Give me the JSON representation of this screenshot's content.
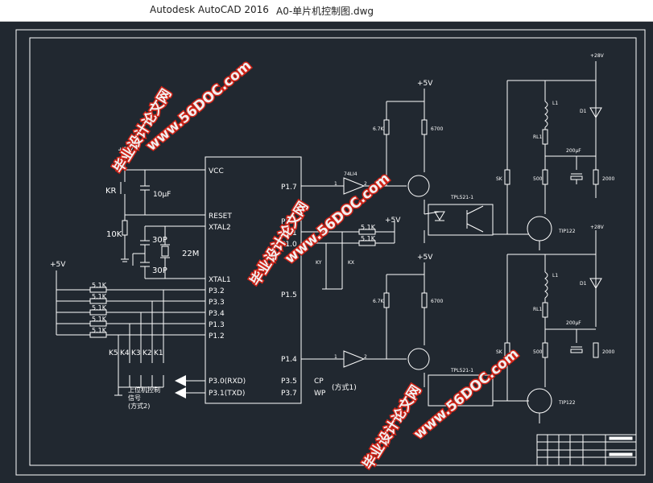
{
  "window": {
    "app_title": "Autodesk AutoCAD 2016",
    "file_title": "A0-单片机控制图.dwg"
  },
  "schematic": {
    "power_labels": {
      "vcc_top": "+5V",
      "vcc_left": "+5V",
      "vcc_mid": "+5V",
      "vcc_right_top": "+5V",
      "vcc_right_mid": "+5V",
      "v28_top": "+28V",
      "v28_bottom": "+28V"
    },
    "components": {
      "kr": "KR",
      "c1": "10μF",
      "r_10k": "10K",
      "c30_a": "30P",
      "c30_b": "30P",
      "crystal": "22M",
      "r_51k": "5.1K",
      "k_keys": [
        "K5",
        "K4",
        "K3",
        "K2",
        "K1"
      ],
      "r_67k": "6.7K",
      "r_6700": "6700",
      "buffer": "74LI4",
      "opto": "TPL521-1",
      "transistor": "TIP122",
      "r_sk": "SK",
      "r_500": "500",
      "r_2000": "2000",
      "c_200": "200μF",
      "inductor": "L1",
      "diode": "D1",
      "rl": "RL1",
      "kx": "KX",
      "ky": "KY"
    },
    "mcu_left_pins": [
      "VCC",
      "RESET",
      "XTAL2",
      "XTAL1",
      "P3.2",
      "P3.3",
      "P3.4",
      "P1.3",
      "P1.2",
      "P3.0(RXD)",
      "P3.1(TXD)"
    ],
    "mcu_right_pins": [
      "P1.7",
      "P1.6",
      "P1.1",
      "P1.0",
      "P1.5",
      "P1.4",
      "P3.5",
      "P3.7"
    ],
    "signals": {
      "cp": "CP",
      "wp": "WP",
      "mode1": "(方式1)",
      "host_line1": "上位机控制",
      "host_line2": "信号",
      "mode2": "(方式2)",
      "pin1": "1",
      "pin2": "2"
    },
    "watermarks": [
      "毕业设计论文网",
      "www.56DOC.com"
    ]
  },
  "colors": {
    "background": "#212830",
    "line": "#ffffff",
    "watermark_fill": "#ffffff",
    "watermark_stroke": "#d02418"
  }
}
